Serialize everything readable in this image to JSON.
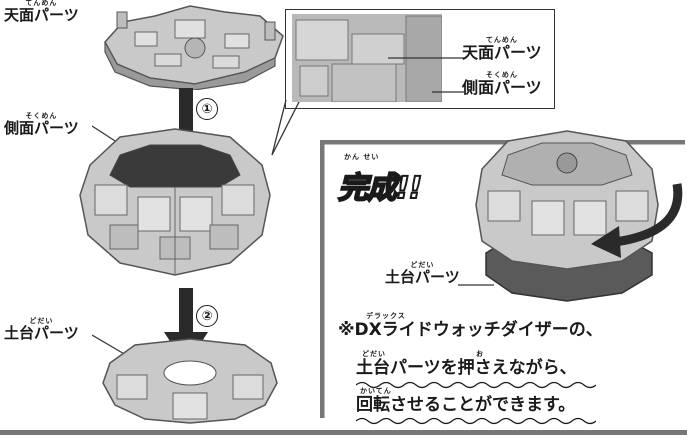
{
  "labels": {
    "top_part": {
      "ruby": "てんめん",
      "text": "天面パーツ"
    },
    "side_part": {
      "ruby": "そくめん",
      "text": "側面パーツ"
    },
    "base_part": {
      "ruby": "どだい",
      "text": "土台パーツ"
    },
    "inset_top": {
      "ruby": "てんめん",
      "text": "天面パーツ"
    },
    "inset_side": {
      "ruby": "そくめん",
      "text": "側面パーツ"
    },
    "base_part_right": {
      "ruby": "どだい",
      "text": "土台パーツ"
    }
  },
  "steps": {
    "one": "①",
    "two": "②"
  },
  "complete": {
    "ruby": "かん せい",
    "text": "完成!!"
  },
  "note": {
    "line1_ruby": "デラックス",
    "line1": "※DXライドウォッチダイザーの、",
    "line2_ruby_a": "どだい",
    "line2_ruby_b": "お",
    "line2": "土台パーツを押さえながら、",
    "line3_ruby": "かいてん",
    "line3": "回転させることができます。"
  },
  "colors": {
    "part_fill": "#c9c9c9",
    "part_dark": "#8a8a8a",
    "part_light": "#e6e6e6",
    "base_dark": "#5a5a5a",
    "rule": "#777777"
  }
}
